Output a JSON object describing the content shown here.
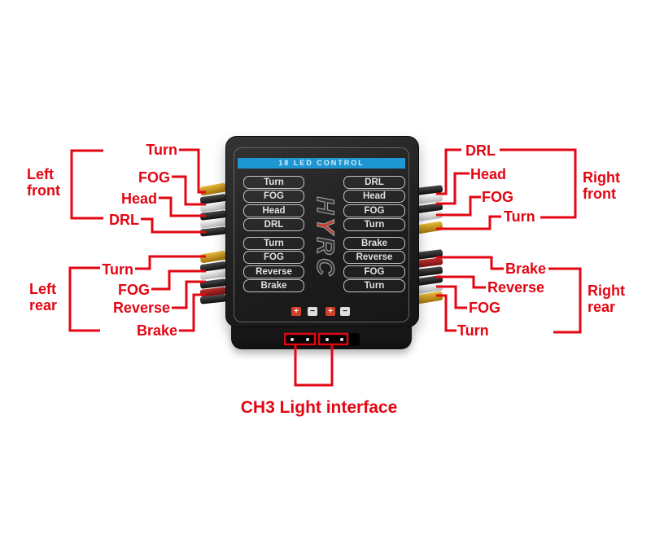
{
  "colors": {
    "accent": "#e30613",
    "header_blue": "#1e96d2",
    "gold_wire": "#c7940e"
  },
  "device": {
    "header": "18 LED CONTROL",
    "logo": [
      "H",
      "Y",
      "R",
      "C"
    ],
    "left_column": [
      "Turn",
      "FOG",
      "Head",
      "DRL",
      "Turn",
      "FOG",
      "Reverse",
      "Brake"
    ],
    "right_column": [
      "DRL",
      "Head",
      "FOG",
      "Turn",
      "Brake",
      "Reverse",
      "FOG",
      "Turn"
    ],
    "polarity": [
      "+",
      "−",
      "+",
      "−"
    ]
  },
  "labels": {
    "left_front": {
      "group": "Left front",
      "items": [
        "Turn",
        "FOG",
        "Head",
        "DRL"
      ]
    },
    "left_rear": {
      "group": "Left rear",
      "items": [
        "Turn",
        "FOG",
        "Reverse",
        "Brake"
      ]
    },
    "right_front": {
      "group": "Right front",
      "items": [
        "DRL",
        "Head",
        "FOG",
        "Turn"
      ]
    },
    "right_rear": {
      "group": "Right rear",
      "items": [
        "Brake",
        "Reverse",
        "FOG",
        "Turn"
      ]
    },
    "ch3": "CH3 Light interface"
  }
}
